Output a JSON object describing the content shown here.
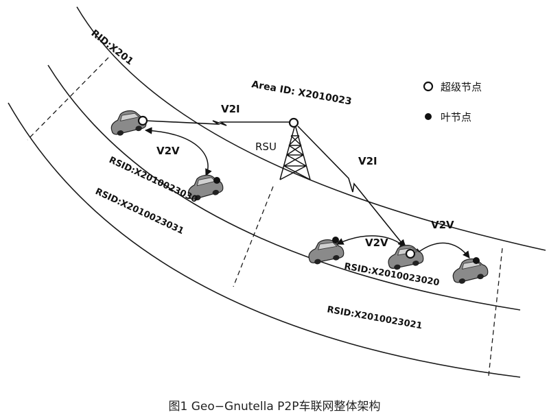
{
  "labels": {
    "rid": "RID:X201",
    "area_id": "Area ID: X2010023",
    "rsu": "RSU",
    "v2i_left": "V2I",
    "v2i_right": "V2I",
    "v2v_upper": "V2V",
    "v2v_mid": "V2V",
    "v2v_right": "V2V",
    "rsid_3030": "RSID:X2010023030",
    "rsid_3031": "RSID:X2010023031",
    "rsid_3020": "RSID:X2010023020",
    "rsid_3021": "RSID:X2010023021"
  },
  "legend": {
    "super_node": "超级节点",
    "leaf_node": "叶节点"
  },
  "caption": "图1  Geo−Gnutella P2P车联网整体架构"
}
